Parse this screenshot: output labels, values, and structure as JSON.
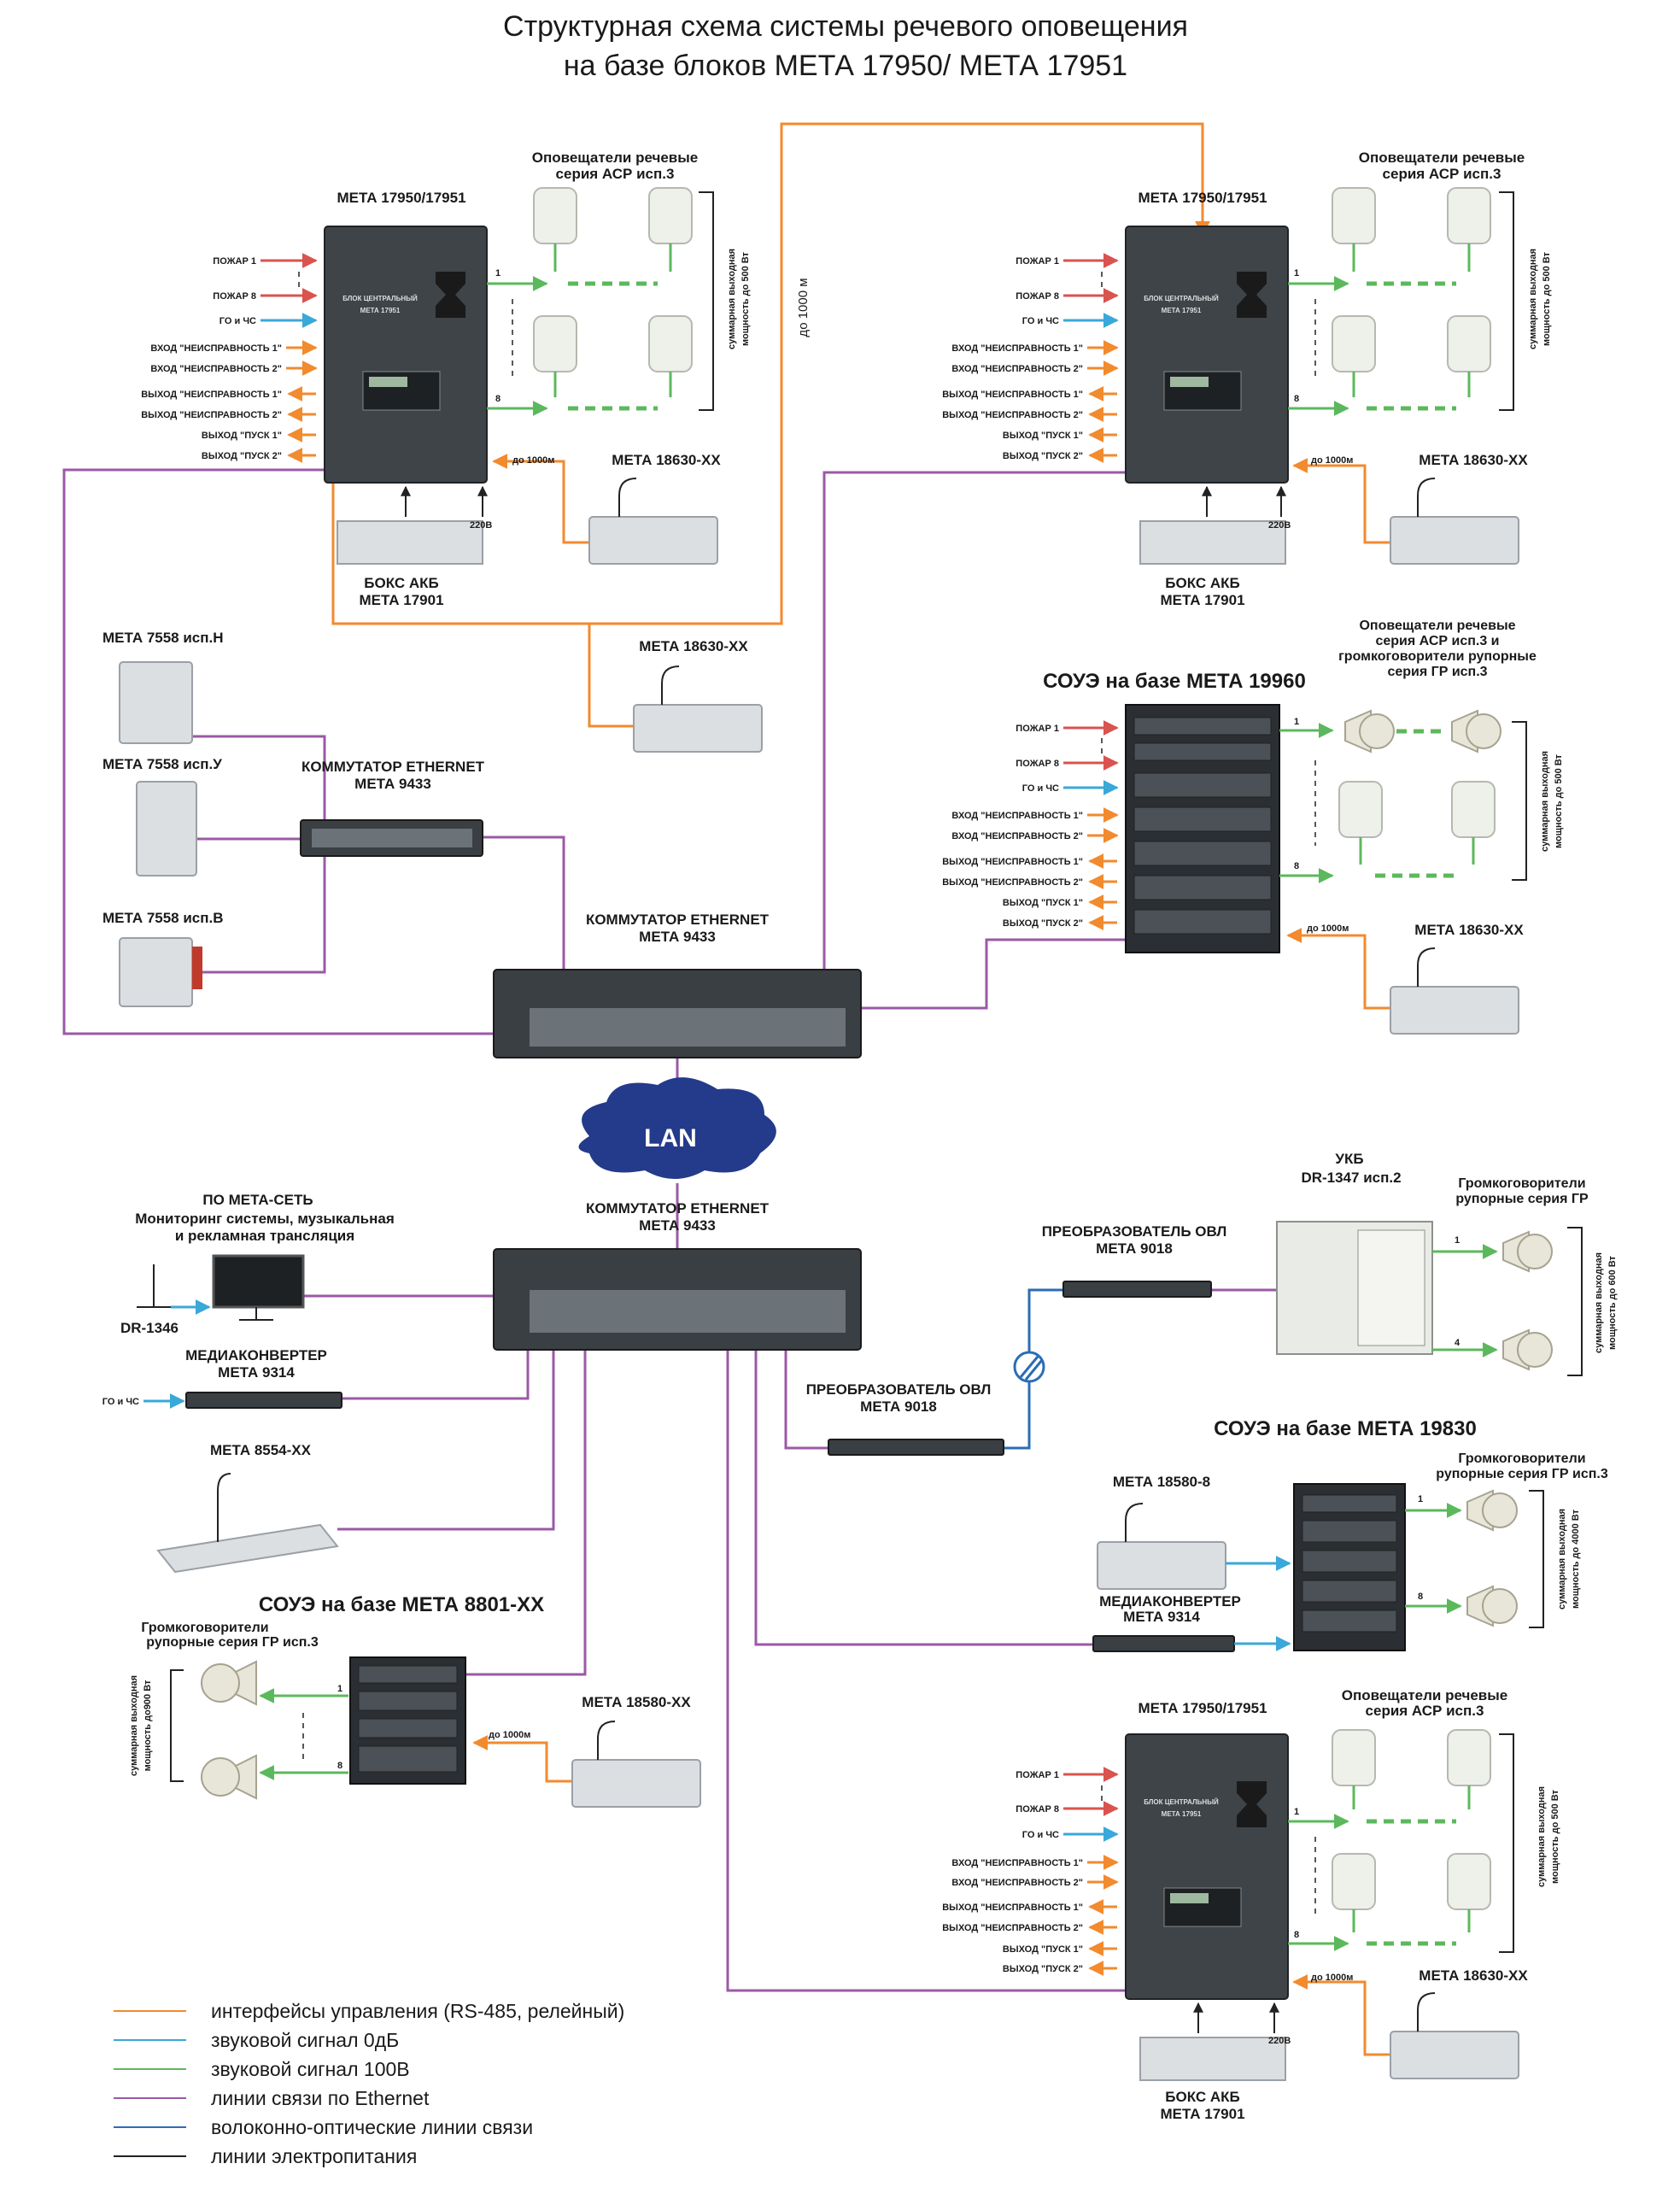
{
  "title": {
    "line1": "Структурная схема системы речевого оповещения",
    "line2": "на базе блоков МЕТА 17950/ МЕТА 17951"
  },
  "central_block": {
    "name": "МЕТА 17950/17951",
    "panel_line1": "БЛОК ЦЕНТРАЛЬНЫЙ",
    "panel_line2": "МЕТА 17951",
    "inputs": [
      "ПОЖАР 1",
      "ПОЖАР 8",
      "ГО и ЧС",
      "ВХОД \"НЕИСПРАВНОСТЬ 1\"",
      "ВХОД \"НЕИСПРАВНОСТЬ 2\"",
      "ВЫХОД \"НЕИСПРАВНОСТЬ 1\"",
      "ВЫХОД \"НЕИСПРАВНОСТЬ 2\"",
      "ВЫХОД \"ПУСК 1\"",
      "ВЫХОД \"ПУСК 2\""
    ],
    "line_first": "1",
    "line_last": "8",
    "speakers_caption_line1": "Оповещатели речевые",
    "speakers_caption_line2": "серия АСР исп.3",
    "power_line1": "суммарная выходная",
    "power_line2": "мощность до 500 Вт",
    "battery_line1": "БОКС АКБ",
    "battery_line2": "МЕТА 17901",
    "voltage": "220В",
    "mic_distance": "до 1000м",
    "mic_name": "МЕТА 18630-XX"
  },
  "long_link": "до 1000 м",
  "mid_console": "МЕТА 18630-XX",
  "soue19960": {
    "title": "СОУЭ на базе МЕТА 19960",
    "speakers_line1": "Оповещатели речевые",
    "speakers_line2": "серия АСР исп.3 и",
    "speakers_line3": "громкоговорители рупорные",
    "speakers_line4": "серия ГР исп.3"
  },
  "intercoms": [
    "МЕТА 7558 исп.Н",
    "МЕТА 7558 исп.У",
    "МЕТА 7558 исп.В"
  ],
  "switch_small": {
    "line1": "КОММУТАТОР ETHERNET",
    "line2": "МЕТА 9433"
  },
  "switch_main": {
    "line1": "КОММУТАТОР ETHERNET",
    "line2": "МЕТА 9433"
  },
  "lan": "LAN",
  "switch_lower": {
    "line1": "КОММУТАТОР ETHERNET",
    "line2": "МЕТА 9433"
  },
  "software": {
    "line1": "ПО МЕТА-СЕТЬ",
    "line2": "Мониторинг системы, музыкальная",
    "line3": "и рекламная трансляция",
    "mic": "DR-1346"
  },
  "mediaconv_left": {
    "line1": "МЕДИАКОНВЕРТЕР",
    "line2": "МЕТА 9314",
    "input": "ГО и ЧС"
  },
  "console8554": "МЕТА 8554-XX",
  "soue8801": {
    "title": "СОУЭ на базе МЕТА 8801-XX",
    "horns_line1": "Громкоговорители",
    "horns_line2": "рупорные серия ГР исп.3",
    "power_line1": "суммарная выходная",
    "power_line2": "мощность до900 Вт",
    "mic_distance": "до 1000м",
    "mic": "МЕТА 18580-XX"
  },
  "ukb": {
    "line1": "УКБ",
    "line2": "DR-1347 исп.2",
    "horns_line1": "Громкоговорители",
    "horns_line2": "рупорные серия ГР",
    "power_line1": "суммарная выходная",
    "power_line2": "мощность до 600 Вт",
    "line_first": "1",
    "line_last": "4"
  },
  "ovl_top": {
    "line1": "ПРЕОБРАЗОВАТЕЛЬ ОВЛ",
    "line2": "МЕТА 9018"
  },
  "ovl_bottom": {
    "line1": "ПРЕОБРАЗОВАТЕЛЬ ОВЛ",
    "line2": "МЕТА 9018"
  },
  "soue19830": {
    "title": "СОУЭ на базе МЕТА 19830",
    "mic": "МЕТА 18580-8",
    "mediaconv_line1": "МЕДИАКОНВЕРТЕР",
    "mediaconv_line2": "МЕТА 9314",
    "horns_line1": "Громкоговорители",
    "horns_line2": "рупорные серия ГР исп.3",
    "power_line1": "суммарная выходная",
    "power_line2": "мощность до 4000 Вт"
  },
  "legend": [
    {
      "label": "интерфейсы управления (RS-485, релейный)",
      "color": "#f28a2e"
    },
    {
      "label": "звуковой сигнал 0дБ",
      "color": "#3aa8d8"
    },
    {
      "label": "звуковой сигнал 100В",
      "color": "#5cb85c"
    },
    {
      "label": "линии связи по Ethernet",
      "color": "#9b59a6"
    },
    {
      "label": "волоконно-оптические линии связи",
      "color": "#2a6db5"
    },
    {
      "label": "линии электропитания",
      "color": "#222222"
    }
  ]
}
